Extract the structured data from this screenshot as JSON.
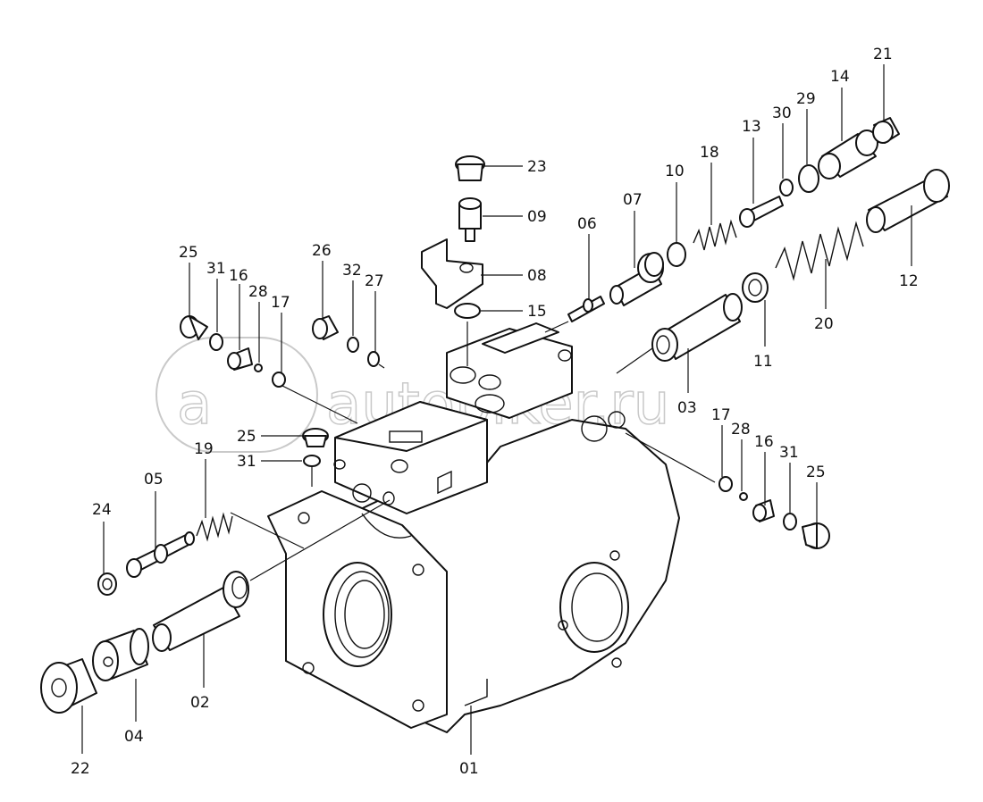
{
  "watermark": {
    "text": "autopiker.ru",
    "logo_glyph": "a",
    "color": "#c9c9c9"
  },
  "line_color": "#111111",
  "background": "#ffffff",
  "callouts": {
    "c01": "01",
    "c02": "02",
    "c03": "03",
    "c04": "04",
    "c05": "05",
    "c06": "06",
    "c07": "07",
    "c08": "08",
    "c09": "09",
    "c10": "10",
    "c11": "11",
    "c12": "12",
    "c13": "13",
    "c14": "14",
    "c15": "15",
    "c16a": "16",
    "c16b": "16",
    "c17a": "17",
    "c17b": "17",
    "c18": "18",
    "c19": "19",
    "c20": "20",
    "c21": "21",
    "c22": "22",
    "c23": "23",
    "c24": "24",
    "c25a": "25",
    "c25b": "25",
    "c25c": "25",
    "c26": "26",
    "c27": "27",
    "c28a": "28",
    "c28b": "28",
    "c29": "29",
    "c30": "30",
    "c31a": "31",
    "c31b": "31",
    "c31c": "31",
    "c32": "32"
  }
}
